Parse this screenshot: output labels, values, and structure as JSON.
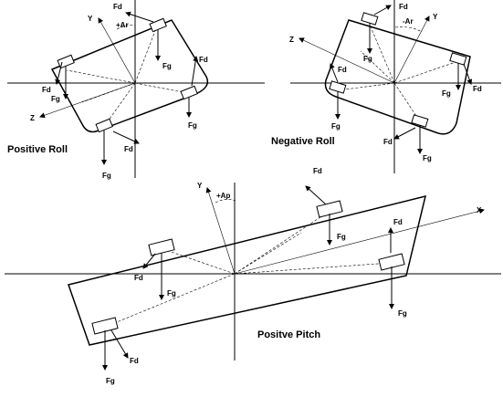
{
  "captions": {
    "positive_roll": "Positive Roll",
    "negative_roll": "Negative Roll",
    "positive_pitch": "Positve Pitch"
  },
  "labels": {
    "fd": "Fd",
    "fg": "Fg",
    "x": "X",
    "y": "Y",
    "z": "Z",
    "plus_ar": "+Ar",
    "minus_ar": "-Ar",
    "plus_ap": "+Ap"
  }
}
